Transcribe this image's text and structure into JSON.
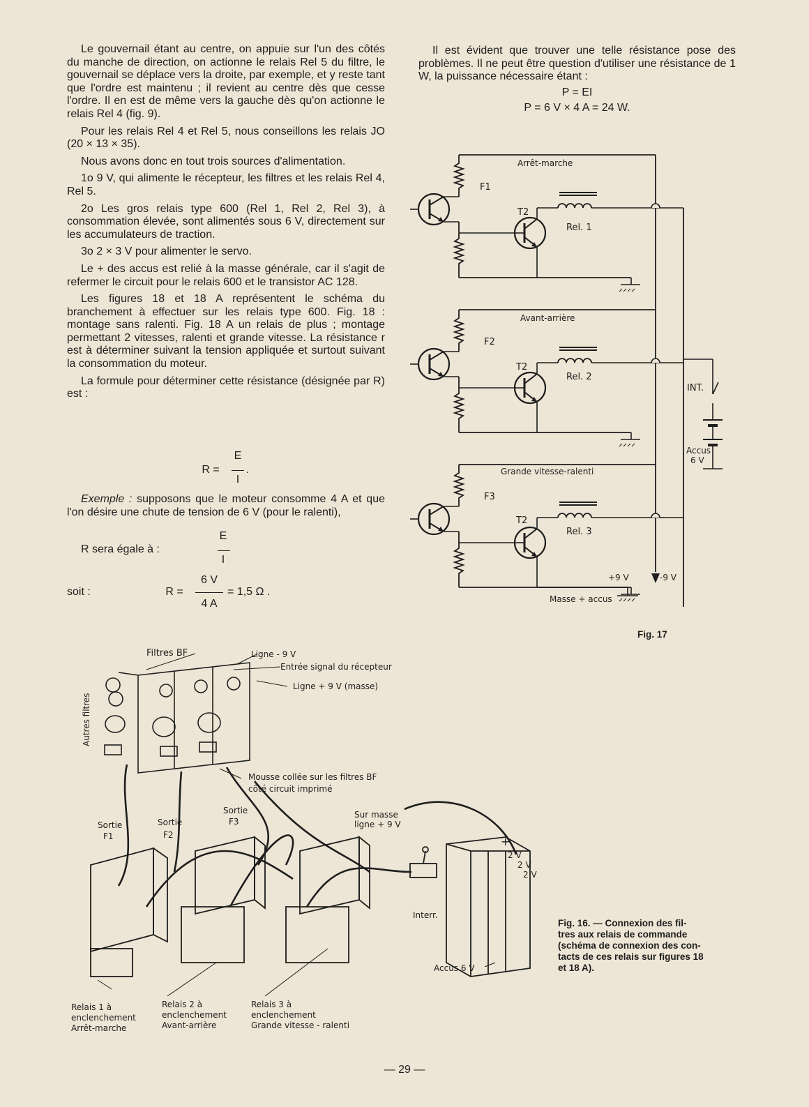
{
  "left_column": {
    "p1": "Le gouvernail étant au centre, on appuie sur l'un des côtés du manche de direction, on actionne le relais Rel 5 du filtre, le gouvernail se déplace vers la droite, par exemple, et y reste tant que l'ordre est maintenu ; il revient au centre dès que cesse l'ordre. Il en est de même vers la gauche dès qu'on actionne le relais Rel 4 (fig. 9).",
    "p2": "Pour les relais Rel 4 et Rel 5, nous conseillons les relais JO (20 × 13 × 35).",
    "p3": "Nous avons donc en tout trois sources d'alimentation.",
    "p4": "1o 9 V, qui alimente le récepteur, les filtres et les relais Rel 4, Rel 5.",
    "p5": "2o Les gros relais type 600 (Rel 1, Rel 2, Rel 3), à consommation élevée, sont alimentés sous 6 V, directement sur les accumulateurs de traction.",
    "p6": "3o 2 × 3 V pour alimenter le servo.",
    "p7": "Le + des accus est relié à la masse générale, car il s'agit de refermer le circuit pour le relais 600 et le transistor AC 128.",
    "p8": "Les figures 18 et 18 A représentent le schéma du branchement à effectuer sur les relais type 600. Fig. 18 : montage sans ralenti. Fig. 18 A un relais de plus ; montage permettant 2 vitesses, ralenti et grande vitesse. La résistance r est à déterminer suivant la tension appliquée et surtout suivant la consommation du moteur.",
    "p9": "La formule pour déterminer cette résistance (désignée par R) est :",
    "f1_lhs": "R =",
    "f1_num": "E",
    "f1_den": "I",
    "f1_tail": ".",
    "ex_label": "Exemple :",
    "ex_text": "supposons que le moteur consomme 4 A et que l'on désire une chute de tension de 6 V (pour le ralenti),",
    "r_sera": "R sera égale à :",
    "f2_num": "E",
    "f2_den": "I",
    "soit": "soit :",
    "f3_lhs": "R =",
    "f3_num": "6 V",
    "f3_den": "4 A",
    "f3_rhs": "= 1,5 Ω ."
  },
  "right_column": {
    "p1": "Il est évident que trouver une telle résistance pose des problèmes. Il ne peut être question d'utiliser une résistance de 1 W, la puissance nécessaire étant :",
    "eq1": "P = EI",
    "eq2": "P = 6 V × 4 A = 24 W."
  },
  "fig17": {
    "stage1_label": "Arrêt-marche",
    "stage2_label": "Avant-arrière",
    "stage3_label": "Grande vitesse-ralenti",
    "f1": "F1",
    "f2": "F2",
    "f3": "F3",
    "t2": "T2",
    "rel1": "Rel. 1",
    "rel2": "Rel. 2",
    "rel3": "Rel. 3",
    "int": "INT.",
    "accus": "Accus",
    "accus_v": "6 V",
    "plus9": "+9 V",
    "minus9": "-9 V",
    "masse": "Masse + accus",
    "caption": "Fig. 17"
  },
  "fig16": {
    "filtres_bf": "Filtres BF",
    "ligne_m9": "Ligne - 9 V",
    "entree": "Entrée signal du récepteur",
    "ligne_p9": "Ligne + 9 V (masse)",
    "autres": "Autres filtres",
    "mousse1": "Mousse collée sur les filtres BF",
    "mousse2": "côté circuit imprimé",
    "sortie_f1a": "Sortie",
    "sortie_f1b": "F1",
    "sortie_f2a": "Sortie",
    "sortie_f2b": "F2",
    "sortie_f3a": "Sortie",
    "sortie_f3b": "F3",
    "masse1": "Sur masse",
    "masse2": "ligne + 9 V",
    "plus": "+",
    "v2a": "2 V",
    "v2b": "2 V",
    "v2c": "2 V",
    "interr": "Interr.",
    "accus6": "Accus 6 V",
    "rel1a": "Relais 1 à",
    "rel1b": "enclenchement",
    "rel1c": "Arrêt-marche",
    "rel2a": "Relais 2 à",
    "rel2b": "enclenchement",
    "rel2c": "Avant-arrière",
    "rel3a": "Relais 3 à",
    "rel3b": "enclenchement",
    "rel3c": "Grande vitesse - ralenti",
    "caption_head": "Fig. 16. — Connexion des fil-",
    "caption_l2": "tres aux relais de commande",
    "caption_l3": "(schéma de connexion des con-",
    "caption_l4": "tacts de ces relais sur figures 18",
    "caption_l5": "et 18 A)."
  },
  "page_number": "— 29 —"
}
